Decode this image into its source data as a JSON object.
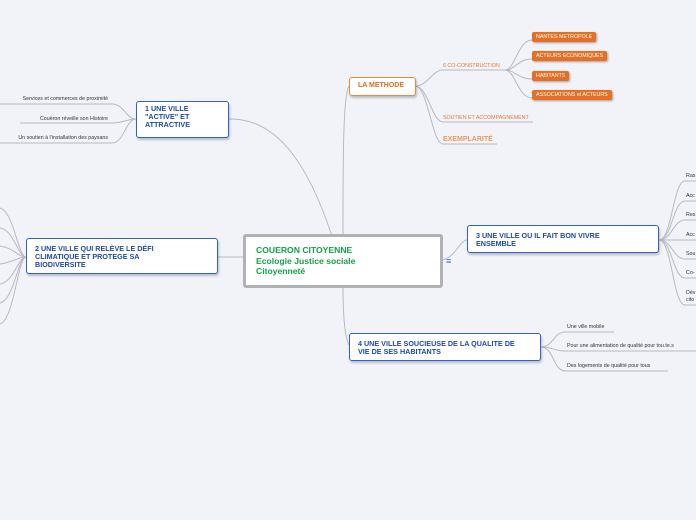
{
  "center": {
    "lines": [
      "COUERON CITOYENNE",
      "Ecologie Justice sociale",
      "Citoyenneté"
    ],
    "note_icon": "note-lines-icon"
  },
  "methode": {
    "title": "LA METHODE",
    "coconstruction": {
      "label": "6 CO-CONSTRUCTION",
      "items": [
        "NANTES METROPOLE",
        "ACTEURS ECONOMIQUES",
        "HABITANTS",
        "ASSOCIATIONS et ACTEURS"
      ]
    },
    "soutien": "SOUTIEN ET ACCOMPAGNEMENT",
    "exemplarite": "EXEMPLARITÉ"
  },
  "branch1": {
    "lines": [
      "1 UNE VILLE",
      "\"ACTIVE\" ET",
      "ATTRACTIVE"
    ],
    "items": [
      "Services et commerces de proximité",
      "Couëron réveille son Histoire",
      "Un soutien à l'installation des paysans"
    ]
  },
  "branch2": {
    "lines": [
      "2 UNE VILLE QUI RELÈVE LE  DÉFI",
      "CLIMATIQUE ET PROTEGE SA",
      "BIODIVERSITE"
    ]
  },
  "branch3": {
    "lines": [
      "3 UNE VILLE OU IL FAIT BON VIVRE",
      "ENSEMBLE"
    ],
    "items": [
      "Ras",
      "Acc",
      "Res",
      "Acc",
      "Sou",
      "Co-",
      "Dév",
      "cito"
    ]
  },
  "branch4": {
    "lines": [
      "4 UNE VILLE SOUCIEUSE DE LA QUALITE DE",
      "VIE DE SES HABITANTS"
    ],
    "items": [
      "Une ville mobile",
      "Pour une alimentation de qualité pour tou.te.s",
      "Des logements de qualité pour tous"
    ]
  },
  "colors": {
    "background": "#f2f3f8",
    "node_border": "#2f63c8",
    "node_text": "#1f49a8",
    "center_text": "#15a045",
    "center_border": "#b2b2b2",
    "orange": "#e56f24",
    "link": "#b7bac2"
  }
}
